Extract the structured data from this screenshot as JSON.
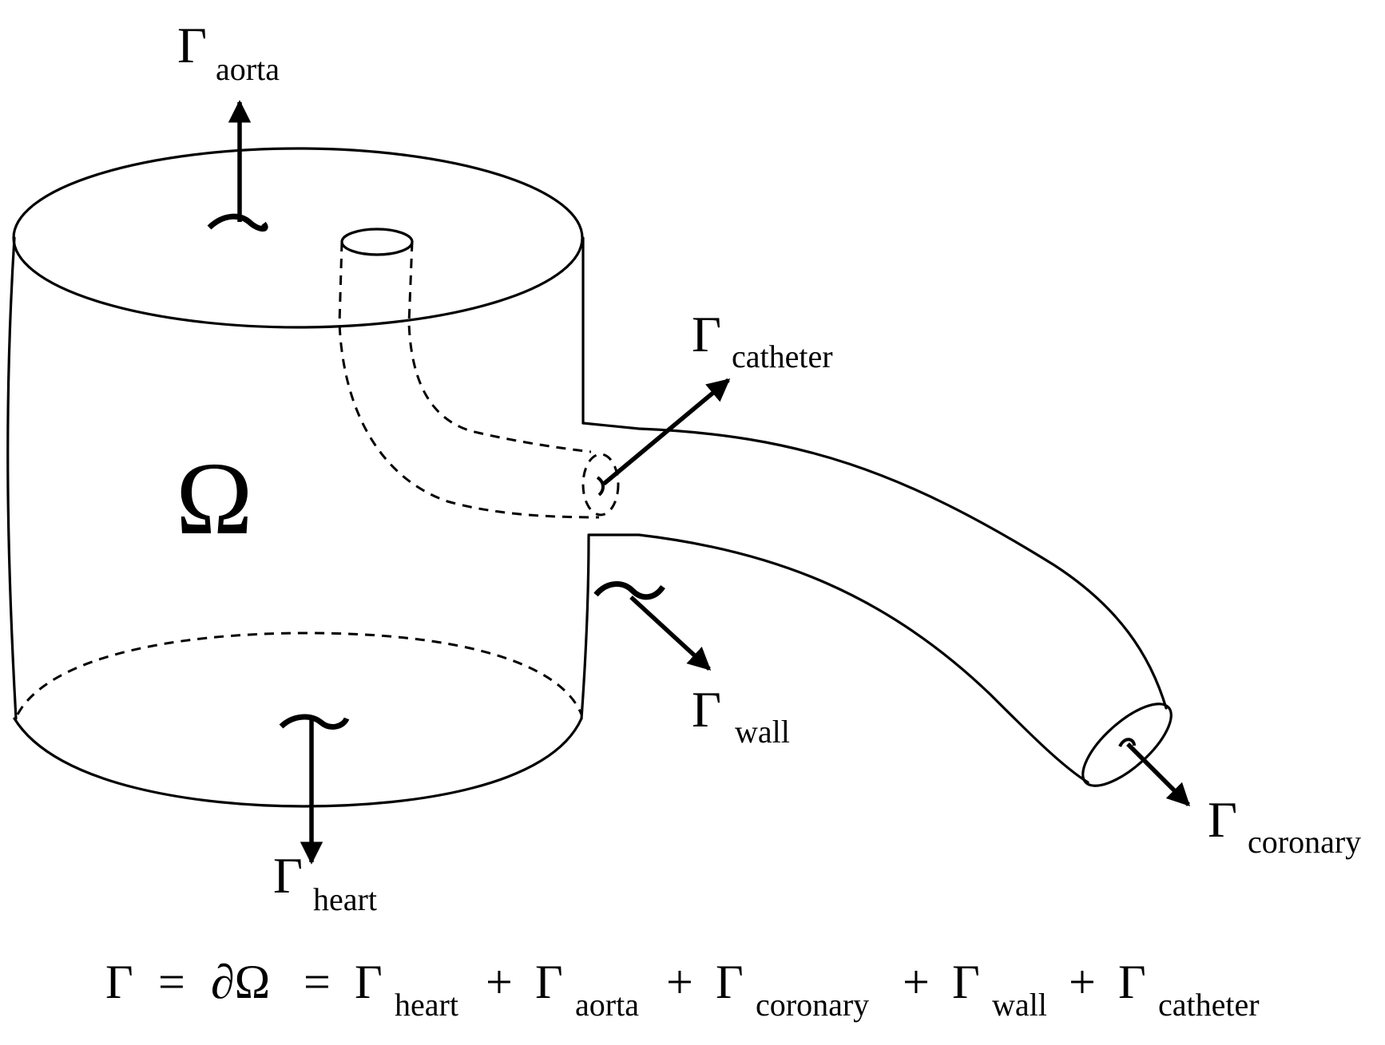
{
  "symbols": {
    "gamma": "Γ",
    "omega": "Ω",
    "boundary": "∂Ω",
    "equals": "=",
    "plus": "+"
  },
  "labels": {
    "aorta": "aorta",
    "catheter": "catheter",
    "wall": "wall",
    "coronary": "coronary",
    "heart": "heart"
  },
  "equation": {
    "lhs": "Γ",
    "eq1": "=",
    "mid": "∂Ω",
    "eq2": "=",
    "terms": [
      "heart",
      "aorta",
      "coronary",
      "wall",
      "catheter"
    ]
  }
}
